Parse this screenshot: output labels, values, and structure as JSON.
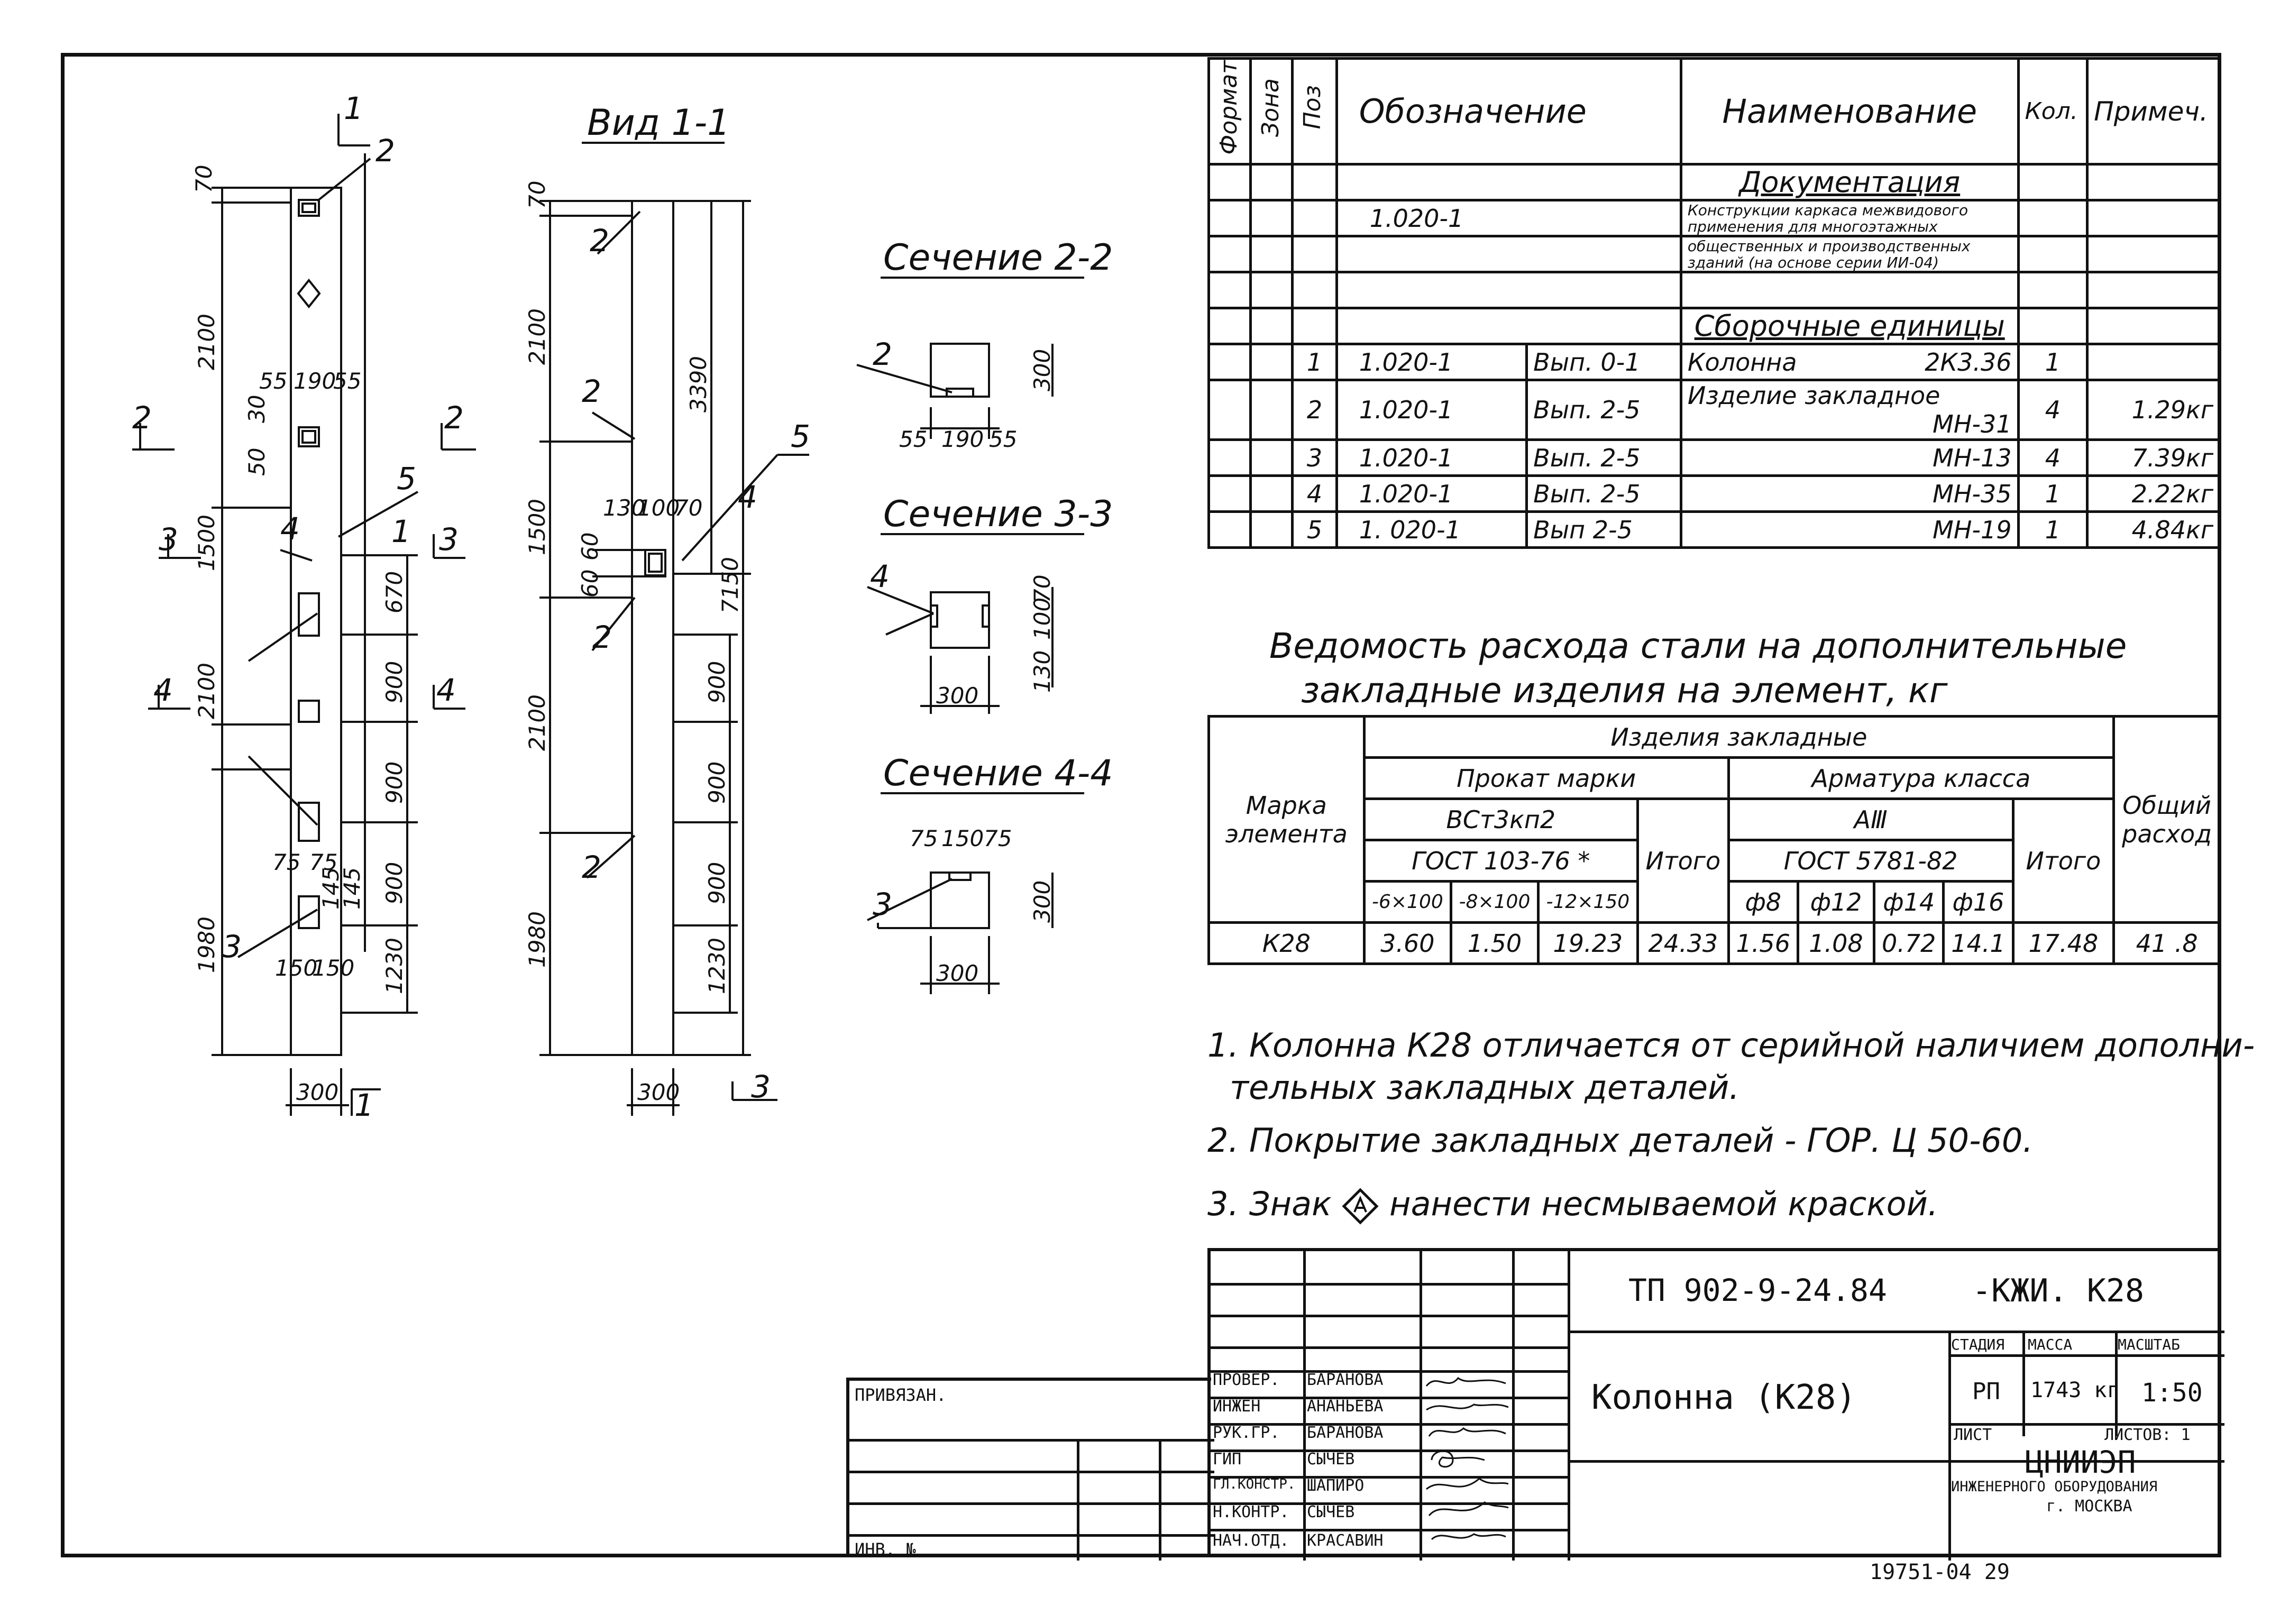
{
  "spec": {
    "headers": {
      "format": "Формат",
      "zone": "Зона",
      "pos": "Поз",
      "designation": "Обозначение",
      "name": "Наименование",
      "qty": "Кол.",
      "note": "Примеч."
    },
    "documentation_title": "Документация",
    "doc_code": "1.020-1",
    "doc_desc_1": "Конструкции каркаса межвидового применения для многоэтажных",
    "doc_desc_2": "общественных и производственных зданий (на основе серии ИИ-04)",
    "assembly_title": "Сборочные единицы",
    "rows": [
      {
        "pos": "1",
        "code": "1.020-1",
        "issue": "Вып. 0-1",
        "name": "Колонна",
        "mark": "2К3.36",
        "qty": "1",
        "note": ""
      },
      {
        "pos": "2",
        "code": "1.020-1",
        "issue": "Вып. 2-5",
        "name": "Изделие закладное",
        "mark": "МН-31",
        "qty": "4",
        "note": "1.29кг"
      },
      {
        "pos": "3",
        "code": "1.020-1",
        "issue": "Вып. 2-5",
        "name": "",
        "mark": "МН-13",
        "qty": "4",
        "note": "7.39кг"
      },
      {
        "pos": "4",
        "code": "1.020-1",
        "issue": "Вып. 2-5",
        "name": "",
        "mark": "МН-35",
        "qty": "1",
        "note": "2.22кг"
      },
      {
        "pos": "5",
        "code": "1. 020-1",
        "issue": "Вып 2-5",
        "name": "",
        "mark": "МН-19",
        "qty": "1",
        "note": "4.84кг"
      }
    ]
  },
  "steel": {
    "title_1": "Ведомость расхода стали на дополнительные",
    "title_2": "закладные изделия на элемент, кг",
    "col_mark_1": "Марка",
    "col_mark_2": "элемента",
    "group_title": "Изделия закладные",
    "rolled_title": "Прокат марки",
    "rolled_grade": "ВСт3кп2",
    "rolled_gost": "ГОСТ 103-76 *",
    "rebar_title": "Арматура класса",
    "rebar_class": "АⅢ",
    "rebar_gost": "ГОСТ 5781-82",
    "itogo": "Итого",
    "total_1": "Общий",
    "total_2": "расход",
    "sub": [
      "-6×100",
      "-8×100",
      "-12×150",
      "ф8",
      "ф12",
      "ф14",
      "ф16"
    ],
    "row": {
      "mark": "К28",
      "v1": "3.60",
      "v2": "1.50",
      "v3": "19.23",
      "itogo1": "24.33",
      "r1": "1.56",
      "r2": "1.08",
      "r3": "0.72",
      "r4": "14.1",
      "itogo2": "17.48",
      "total": "41 .8"
    }
  },
  "notes": {
    "n1a": "1. Колонна К28 отличается от серийной наличием дополни-",
    "n1b": "тельных закладных деталей.",
    "n2": "2. Покрытие закладных деталей - ГОР. Ц 50-60.",
    "n3a": "3. Знак",
    "n3b": "нанести несмываемой краской."
  },
  "drawing": {
    "view_title": "Вид 1-1",
    "sec22": "Сечение 2-2",
    "sec33": "Сечение 3-3",
    "sec44": "Сечение 4-4",
    "dims_left": [
      "70",
      "2100",
      "1500",
      "2100",
      "1980",
      "55",
      "190",
      "55",
      "50",
      "30",
      "670",
      "900",
      "900",
      "900",
      "1230",
      "75",
      "75",
      "145",
      "145",
      "150",
      "150",
      "300"
    ],
    "dims_view": [
      "70",
      "2100",
      "1500",
      "2100",
      "1980",
      "3390",
      "7150",
      "130",
      "100",
      "70",
      "60",
      "60",
      "900",
      "900",
      "900",
      "1230",
      "300"
    ],
    "dims_sections": [
      "300",
      "55",
      "190",
      "55",
      "70",
      "100",
      "130",
      "300",
      "75",
      "150",
      "75",
      "300",
      "300"
    ],
    "labels": [
      "1",
      "2",
      "3",
      "4",
      "5"
    ]
  },
  "titleblock": {
    "project": "ТП 902-9-24.84",
    "code": "-КЖИ. К28",
    "element": "Колонна (К28)",
    "stage_h": "СТАДИЯ",
    "mass_h": "МАССА",
    "scale_h": "МАСШТАБ",
    "stage": "РП",
    "mass": "1743 кг",
    "scale": "1:50",
    "sheet": "ЛИСТ",
    "sheets": "ЛИСТОВ: 1",
    "org_1": "ЦНИИЭП",
    "org_2": "ИНЖЕНЕРНОГО ОБОРУДОВАНИЯ",
    "org_3": "г. МОСКВА",
    "people": [
      {
        "role": "ПРОВЕР.",
        "name": "БАРАНОВА"
      },
      {
        "role": "ИНЖЕН",
        "name": "АНАНЬЕВА"
      },
      {
        "role": "РУК.ГР.",
        "name": "БАРАНОВА"
      },
      {
        "role": "ГИП",
        "name": "СЫЧЕВ"
      },
      {
        "role": "ГЛ.КОНСТР.",
        "name": "ШАПИРО"
      },
      {
        "role": "Н.КОНТР.",
        "name": "СЫЧЕВ"
      },
      {
        "role": "НАЧ.ОТД.",
        "name": "КРАСАВИН"
      }
    ],
    "privyazan": "ПРИВЯЗАН.",
    "inv": "ИНВ. №",
    "docnum": "19751-04 29"
  }
}
